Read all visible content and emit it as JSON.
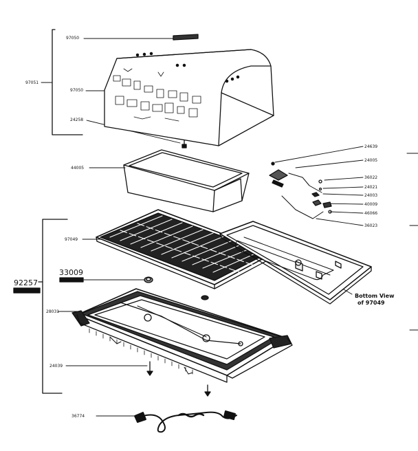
{
  "diagram": {
    "labels": {
      "p97050_top": "97050",
      "p97051": "97051",
      "p97050": "97050",
      "p24258": "24258",
      "p44005": "44005",
      "p24639": "24639",
      "p24005": "24005",
      "p36022": "36022",
      "p24021": "24021",
      "p24003": "24003",
      "p40009": "40009",
      "p46066": "46066",
      "p36023": "36023",
      "p97049": "97049",
      "p33009": "33009",
      "p92257": "92257",
      "p28031": "28031",
      "p24039": "24039",
      "p36774": "36774"
    },
    "bottom_view_line1": "Bottom View",
    "bottom_view_line2": "of 97049"
  }
}
